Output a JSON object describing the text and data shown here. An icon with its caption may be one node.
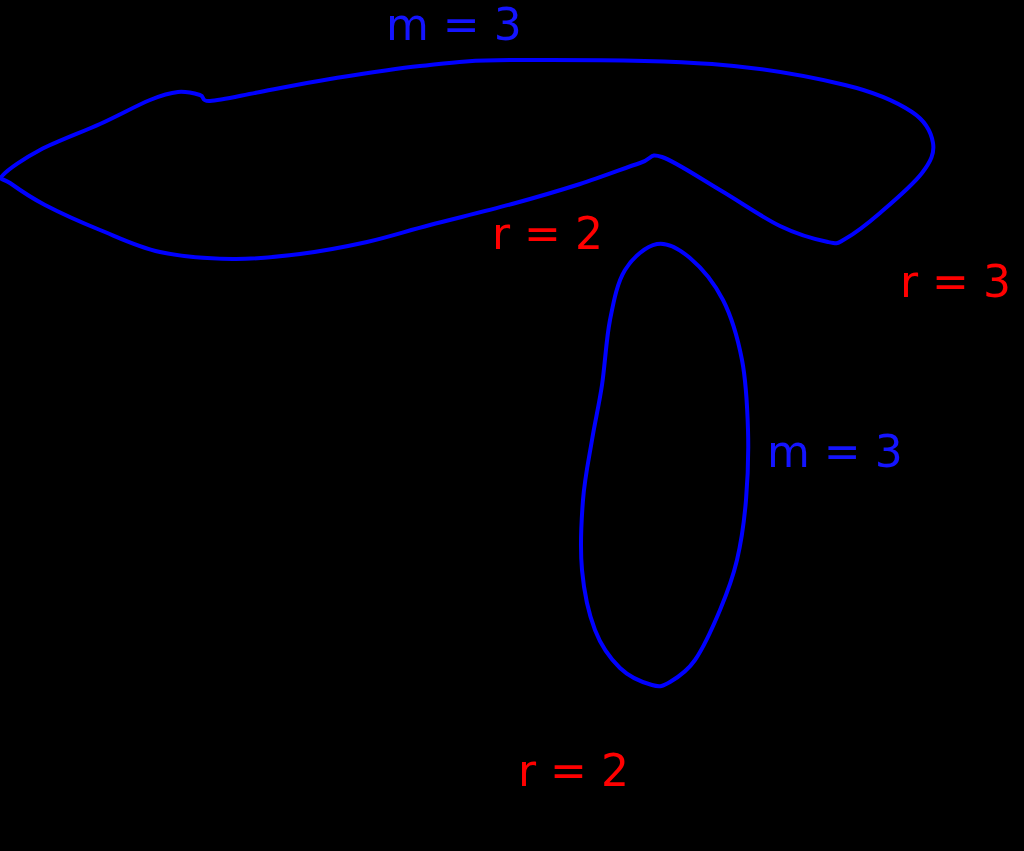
{
  "diagram": {
    "nodes": [
      {
        "text": [],
        "shape": "blob"
      },
      {
        "text": [],
        "shape": "blob"
      }
    ],
    "labels": [
      "m = 3",
      "r = 2",
      "r = 3",
      "m = 3",
      "r = 2"
    ]
  }
}
